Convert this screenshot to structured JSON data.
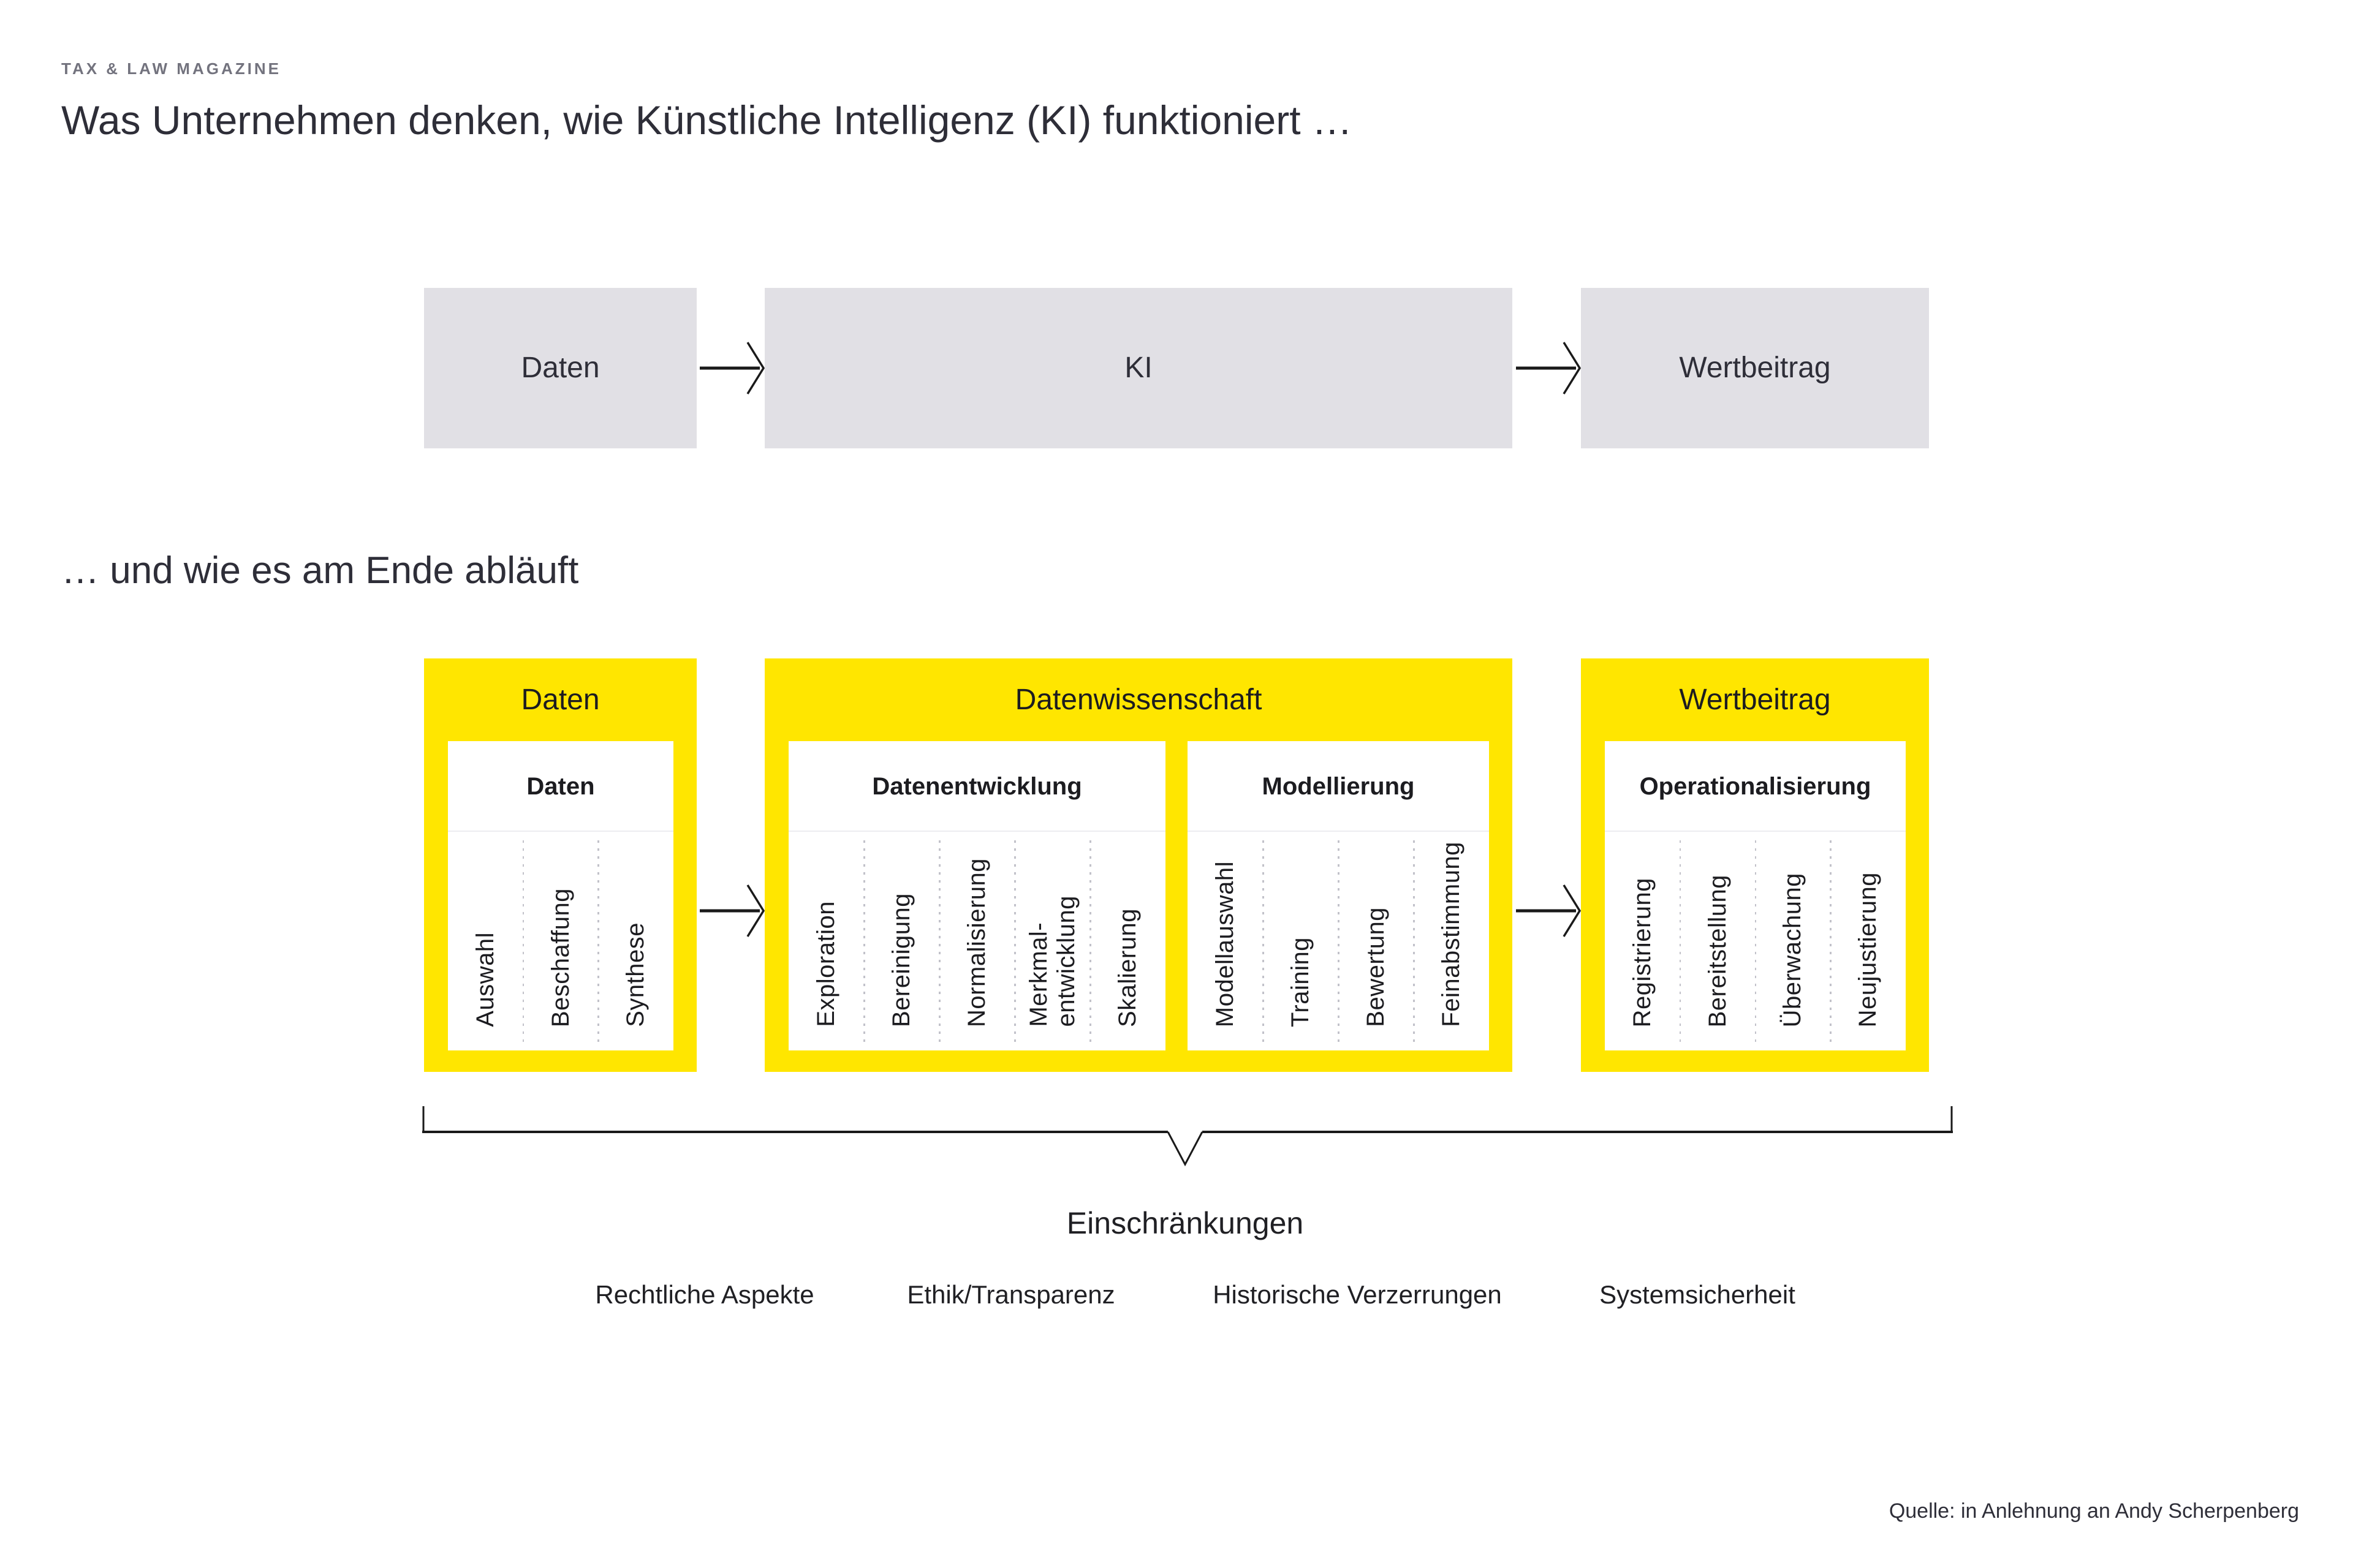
{
  "magazine_label": "TAX & LAW MAGAZINE",
  "headings": {
    "perception": "Was Unternehmen denken, wie Künstliche Intelligenz (KI) funktioniert …",
    "reality": "… und wie es am Ende abläuft"
  },
  "simple_flow": {
    "boxes": [
      {
        "label": "Daten"
      },
      {
        "label": "KI"
      },
      {
        "label": "Wertbeitrag"
      }
    ]
  },
  "detailed_flow": {
    "stages": [
      {
        "title": "Daten",
        "groups": [
          {
            "title": "Daten",
            "steps": [
              "Auswahl",
              "Beschaffung",
              "Synthese"
            ]
          }
        ]
      },
      {
        "title": "Datenwissenschaft",
        "groups": [
          {
            "title": "Datenentwicklung",
            "steps": [
              "Exploration",
              "Bereinigung",
              "Normalisierung",
              "Merkmal-\nentwicklung",
              "Skalierung"
            ]
          },
          {
            "title": "Modellierung",
            "steps": [
              "Modellauswahl",
              "Training",
              "Bewertung",
              "Feinabstimmung"
            ]
          }
        ]
      },
      {
        "title": "Wertbeitrag",
        "groups": [
          {
            "title": "Operationalisierung",
            "steps": [
              "Registrierung",
              "Bereitstellung",
              "Überwachung",
              "Neujustierung"
            ]
          }
        ]
      }
    ]
  },
  "constraints": {
    "title": "Einschränkungen",
    "items": [
      "Rechtliche Aspekte",
      "Ethik/Transparenz",
      "Historische Verzerrungen",
      "Systemsicherheit"
    ]
  },
  "source": "Quelle: in Anlehnung an Andy Scherpenberg",
  "colors": {
    "brand_yellow": "#FFE600",
    "box_gray": "#E1E0E5",
    "text_dark": "#2E2E38",
    "text_black": "#1C1C20",
    "dot_gray": "#C2C2CA"
  }
}
